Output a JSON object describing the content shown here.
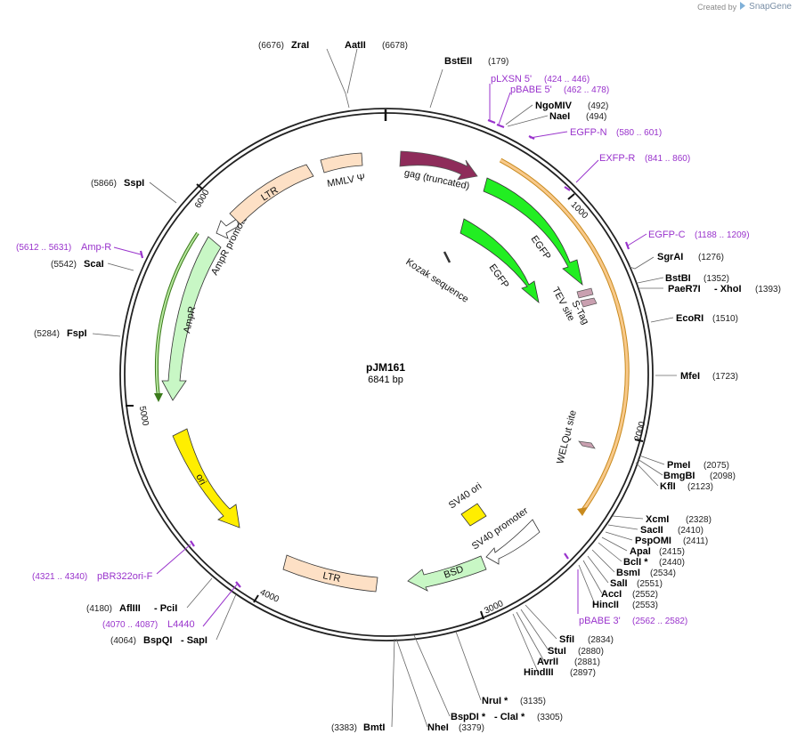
{
  "credit": {
    "created_by": "Created by",
    "brand": "SnapGene"
  },
  "plasmid": {
    "name": "pJM161",
    "size": "6841 bp"
  },
  "ticks": [
    "1000",
    "2000",
    "3000",
    "4000",
    "5000",
    "6000"
  ],
  "features": {
    "gag": "gag (truncated)",
    "egfp_outer": "EGFP",
    "egfp_inner": "EGFP",
    "kozak": "Kozak sequence",
    "tev": "TEV site",
    "stag": "S-Tag",
    "welq": "WELQut site",
    "sv40ori": "SV40 ori",
    "sv40prom": "SV40 promoter",
    "bsd": "BSD",
    "ltr_bottom": "LTR",
    "ori": "ori",
    "ampr": "AmpR",
    "ampr_prom": "AmpR promoter",
    "ltr_top": "LTR",
    "mmlv": "MMLV Ψ"
  },
  "sites": [
    {
      "name": "ZraI",
      "pos": "(6676)"
    },
    {
      "name": "AatII",
      "pos": "(6678)"
    },
    {
      "name": "BstEII",
      "pos": "(179)"
    },
    {
      "name": "NgoMIV",
      "pos": "(492)"
    },
    {
      "name": "NaeI",
      "pos": "(494)"
    },
    {
      "name": "SgrAI",
      "pos": "(1276)"
    },
    {
      "name": "BstBI",
      "pos": "(1352)"
    },
    {
      "name": "PaeR7I",
      "pos": ""
    },
    {
      "name": "- XhoI",
      "pos": "(1393)"
    },
    {
      "name": "EcoRI",
      "pos": "(1510)"
    },
    {
      "name": "MfeI",
      "pos": "(1723)"
    },
    {
      "name": "PmeI",
      "pos": "(2075)"
    },
    {
      "name": "BmgBI",
      "pos": "(2098)"
    },
    {
      "name": "KflI",
      "pos": "(2123)"
    },
    {
      "name": "XcmI",
      "pos": "(2328)"
    },
    {
      "name": "SacII",
      "pos": "(2410)"
    },
    {
      "name": "PspOMI",
      "pos": "(2411)"
    },
    {
      "name": "ApaI",
      "pos": "(2415)"
    },
    {
      "name": "BclI *",
      "pos": "(2440)"
    },
    {
      "name": "BsmI",
      "pos": "(2534)"
    },
    {
      "name": "SalI",
      "pos": "(2551)"
    },
    {
      "name": "AccI",
      "pos": "(2552)"
    },
    {
      "name": "HincII",
      "pos": "(2553)"
    },
    {
      "name": "SfiI",
      "pos": "(2834)"
    },
    {
      "name": "StuI",
      "pos": "(2880)"
    },
    {
      "name": "AvrII",
      "pos": "(2881)"
    },
    {
      "name": "HindIII",
      "pos": "(2897)"
    },
    {
      "name": "NruI *",
      "pos": "(3135)"
    },
    {
      "name": "BspDI *",
      "pos": ""
    },
    {
      "name": "- ClaI *",
      "pos": "(3305)"
    },
    {
      "name": "NheI",
      "pos": "(3379)"
    },
    {
      "name": "BmtI",
      "pos": "(3383)"
    },
    {
      "name": "BspQI",
      "pos": "(4064)"
    },
    {
      "name": "- SapI",
      "pos": ""
    },
    {
      "name": "AflIII",
      "pos": "(4180)"
    },
    {
      "name": "- PciI",
      "pos": ""
    },
    {
      "name": "FspI",
      "pos": "(5284)"
    },
    {
      "name": "ScaI",
      "pos": "(5542)"
    },
    {
      "name": "SspI",
      "pos": "(5866)"
    }
  ],
  "primers": [
    {
      "name": "pLXSN 5'",
      "pos": "(424 .. 446)"
    },
    {
      "name": "pBABE 5'",
      "pos": "(462 .. 478)"
    },
    {
      "name": "EGFP-N",
      "pos": "(580 .. 601)"
    },
    {
      "name": "EXFP-R",
      "pos": "(841 .. 860)"
    },
    {
      "name": "EGFP-C",
      "pos": "(1188 .. 1209)"
    },
    {
      "name": "pBABE 3'",
      "pos": "(2562 .. 2582)"
    },
    {
      "name": "pBR322ori-F",
      "pos": "(4321 .. 4340)"
    },
    {
      "name": "L4440",
      "pos": "(4070 .. 4087)"
    },
    {
      "name": "Amp-R",
      "pos": "(5612 .. 5631)"
    }
  ],
  "colors": {
    "backbone": "#222222",
    "primer": "#9933cc",
    "gag": "#8e2c5a",
    "egfp": "#22ee22",
    "ltr": "#fde0c5",
    "ampr": "#c8f7c5",
    "ori": "#ffee00",
    "tag": "#c9a0b0",
    "orange": "#f5a623"
  }
}
